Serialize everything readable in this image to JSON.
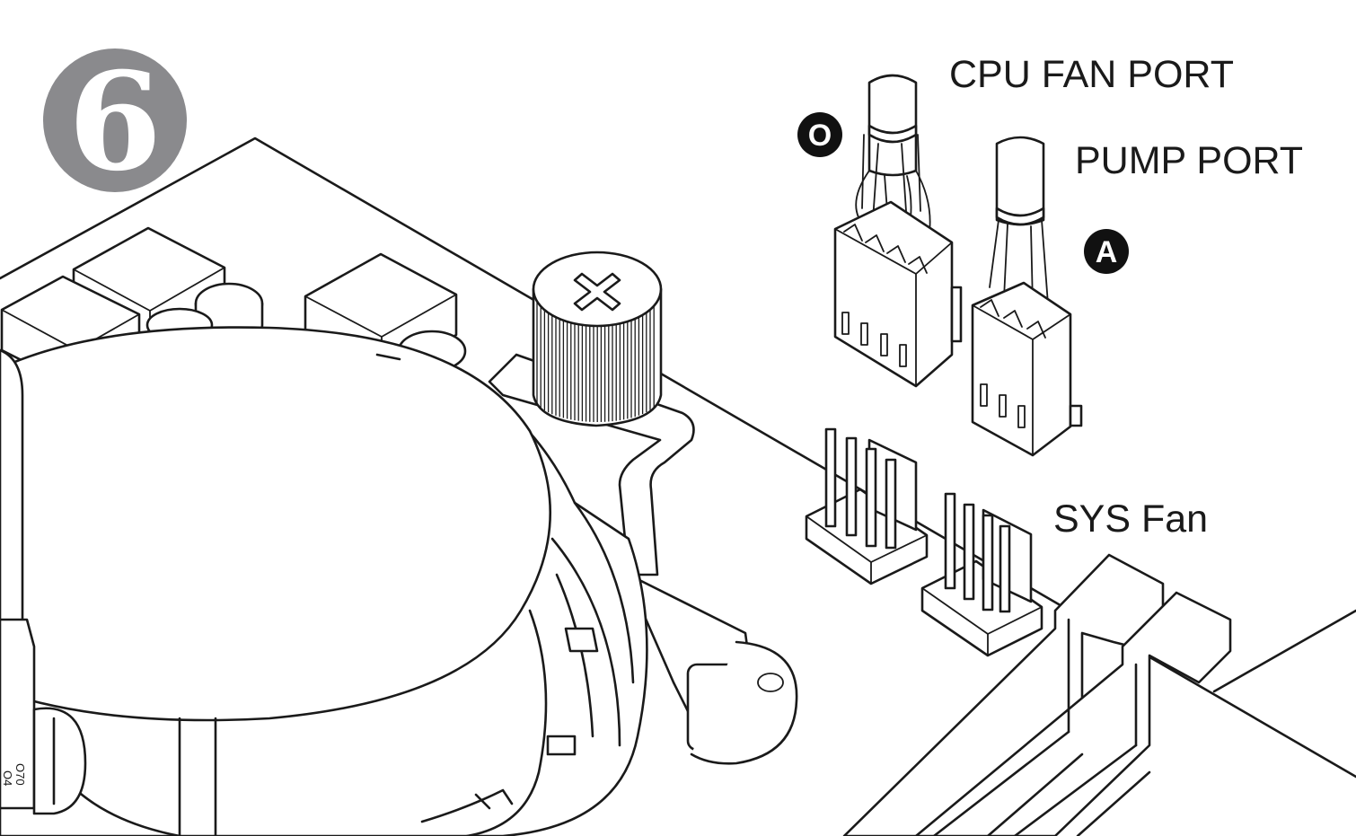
{
  "step": {
    "number": "6",
    "badge_color": "#8a8a8d"
  },
  "labels": {
    "cpu_fan_port": "CPU FAN PORT",
    "pump_port": "PUMP PORT",
    "sys_fan": "SYS Fan"
  },
  "markers": {
    "cpu_fan_connector": "O",
    "pump_connector": "A"
  },
  "pump_tube_print": "O70\nO4",
  "colors": {
    "line": "#1a1a1a",
    "background": "#ffffff",
    "marker_fill": "#111111"
  }
}
